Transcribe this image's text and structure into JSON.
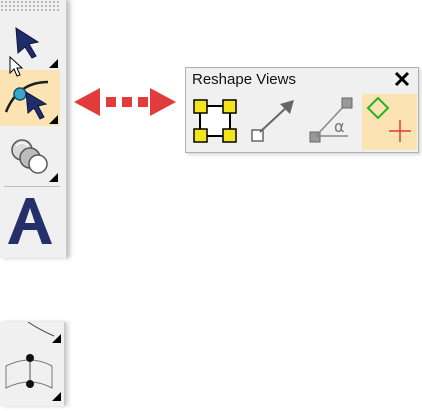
{
  "toolbar": {
    "tools": [
      {
        "name": "pick-tool",
        "icon": "pick-arrow-icon",
        "active": false
      },
      {
        "name": "shape-tool",
        "icon": "shape-node-icon",
        "active": true
      },
      {
        "name": "blend-tool",
        "icon": "blend-icon",
        "active": false
      },
      {
        "name": "text-tool",
        "icon": "text-a-icon",
        "active": false
      }
    ]
  },
  "panel": {
    "title": "Reshape Views",
    "close_icon": "close-icon",
    "views": [
      {
        "icon": "selection-handles-icon",
        "active": false
      },
      {
        "icon": "line-angle-icon",
        "active": false
      },
      {
        "icon": "angle-alpha-icon",
        "active": false
      },
      {
        "icon": "diamond-crosshair-icon",
        "active": true
      }
    ]
  },
  "colors": {
    "active_bg": "#fbe3b4",
    "arrow_red": "#e23b3b",
    "handle_yellow": "#f5e41c",
    "tool_navy": "#1f2d6b"
  }
}
